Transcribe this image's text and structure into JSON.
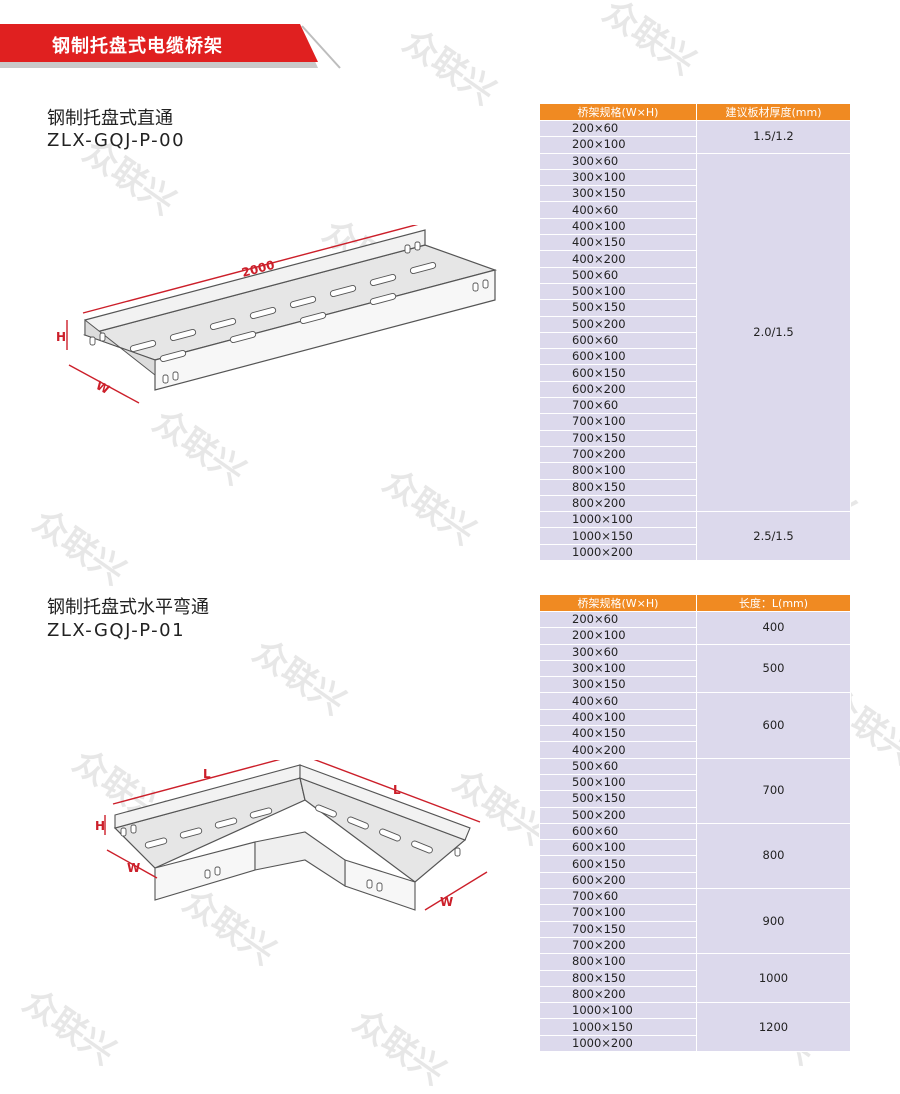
{
  "header": {
    "title": "钢制托盘式电缆桥架"
  },
  "watermark": {
    "text": "众联兴"
  },
  "colors": {
    "accent_red": "#e02020",
    "table_header_orange": "#f08a22",
    "table_cell_lavender": "#dcd9ec",
    "dimension_red": "#cc1f2a"
  },
  "section1": {
    "name": "钢制托盘式直通",
    "model": "ZLX-GQJ-P-00",
    "diagram": {
      "length_label": "2000",
      "height_label": "H",
      "width_label": "W"
    },
    "table": {
      "headers": [
        "桥架规格(W×H)",
        "建议板材厚度(mm)"
      ],
      "groups": [
        {
          "value": "1.5/1.2",
          "sizes": [
            "200×60",
            "200×100"
          ]
        },
        {
          "value": "2.0/1.5",
          "sizes": [
            "300×60",
            "300×100",
            "300×150",
            "400×60",
            "400×100",
            "400×150",
            "400×200",
            "500×60",
            "500×100",
            "500×150",
            "500×200",
            "600×60",
            "600×100",
            "600×150",
            "600×200",
            "700×60",
            "700×100",
            "700×150",
            "700×200",
            "800×100",
            "800×150",
            "800×200"
          ]
        },
        {
          "value": "2.5/1.5",
          "sizes": [
            "1000×100",
            "1000×150",
            "1000×200"
          ]
        }
      ]
    }
  },
  "section2": {
    "name": "钢制托盘式水平弯通",
    "model": "ZLX-GQJ-P-01",
    "diagram": {
      "length_label_left": "L",
      "length_label_right": "L",
      "height_label": "H",
      "width_label_left": "W",
      "width_label_right": "W"
    },
    "table": {
      "headers": [
        "桥架规格(W×H)",
        "长度：L(mm)"
      ],
      "groups": [
        {
          "value": "400",
          "sizes": [
            "200×60",
            "200×100"
          ]
        },
        {
          "value": "500",
          "sizes": [
            "300×60",
            "300×100",
            "300×150"
          ]
        },
        {
          "value": "600",
          "sizes": [
            "400×60",
            "400×100",
            "400×150",
            "400×200"
          ]
        },
        {
          "value": "700",
          "sizes": [
            "500×60",
            "500×100",
            "500×150",
            "500×200"
          ]
        },
        {
          "value": "800",
          "sizes": [
            "600×60",
            "600×100",
            "600×150",
            "600×200"
          ]
        },
        {
          "value": "900",
          "sizes": [
            "700×60",
            "700×100",
            "700×150",
            "700×200"
          ]
        },
        {
          "value": "1000",
          "sizes": [
            "800×100",
            "800×150",
            "800×200"
          ]
        },
        {
          "value": "1200",
          "sizes": [
            "1000×100",
            "1000×150",
            "1000×200"
          ]
        }
      ]
    }
  }
}
